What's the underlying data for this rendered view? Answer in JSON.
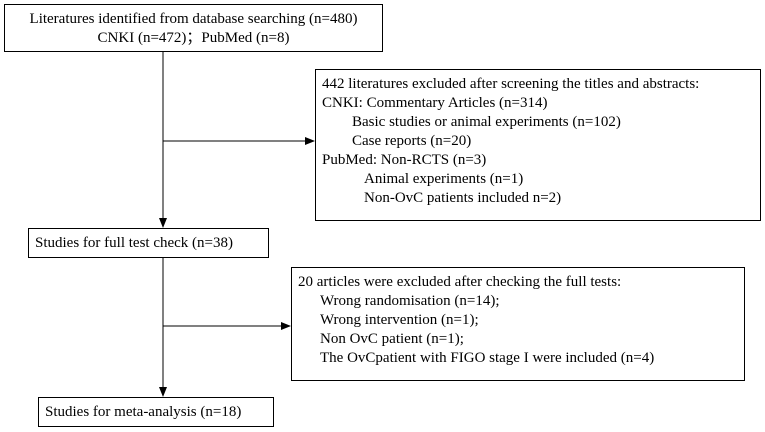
{
  "identified": {
    "line1": "Literatures identified from database searching (n=480)",
    "line2": "CNKI (n=472)；PubMed (n=8)"
  },
  "exclusion1": {
    "header": "442 literatures excluded after screening the titles and abstracts:",
    "cnki": "CNKI: Commentary Articles (n=314)",
    "cnki_items": [
      "Basic studies or animal experiments (n=102)",
      "Case reports (n=20)"
    ],
    "pubmed": "PubMed: Non-RCTS (n=3)",
    "pubmed_items": [
      "Animal experiments (n=1)",
      "Non-OvC patients included n=2)"
    ]
  },
  "fulltext": {
    "label": "Studies for full test check (n=38)"
  },
  "exclusion2": {
    "header": "20 articles were excluded after checking the full tests:",
    "items": [
      "Wrong randomisation (n=14);",
      "Wrong intervention (n=1);",
      "Non OvC patient (n=1);",
      "The OvCpatient with FIGO stage I were included (n=4)"
    ]
  },
  "meta": {
    "label": "Studies for meta-analysis (n=18)"
  }
}
